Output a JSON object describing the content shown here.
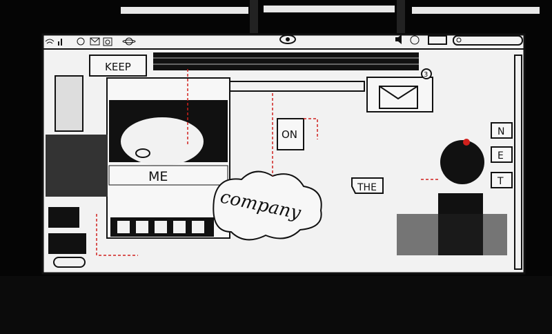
{
  "mural": {
    "words": {
      "keep": "KEEP",
      "me": "ME",
      "on": "ON",
      "the": "THE",
      "company": "company"
    },
    "side_tabs": [
      "N",
      "E",
      "T"
    ],
    "notification_count": "3",
    "top_bar_icons": [
      "wifi-icon",
      "signal-icon",
      "speech-bubble-icon",
      "mail-icon",
      "camera-icon",
      "planet-icon",
      "eye-icon",
      "speaker-icon",
      "clock-icon",
      "battery-icon",
      "search-icon"
    ],
    "colors": {
      "ink": "#111111",
      "paper": "#f2f2f2",
      "accent": "#d0201c",
      "background": "#050505"
    }
  }
}
